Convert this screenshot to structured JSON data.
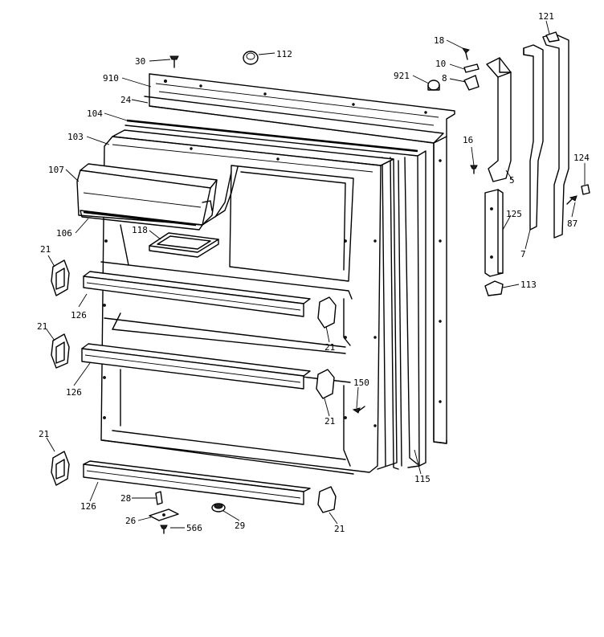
{
  "callouts": [
    {
      "id": "c121",
      "text": "121"
    },
    {
      "id": "c18",
      "text": "18"
    },
    {
      "id": "c10",
      "text": "10"
    },
    {
      "id": "c8",
      "text": "8"
    },
    {
      "id": "c921",
      "text": "921"
    },
    {
      "id": "c30",
      "text": "30"
    },
    {
      "id": "c112",
      "text": "112"
    },
    {
      "id": "c910",
      "text": "910"
    },
    {
      "id": "c24",
      "text": "24"
    },
    {
      "id": "c104",
      "text": "104"
    },
    {
      "id": "c103",
      "text": "103"
    },
    {
      "id": "c107",
      "text": "107"
    },
    {
      "id": "c106",
      "text": "106"
    },
    {
      "id": "c118",
      "text": "118"
    },
    {
      "id": "c16",
      "text": "16"
    },
    {
      "id": "c5",
      "text": "5"
    },
    {
      "id": "c124",
      "text": "124"
    },
    {
      "id": "c125",
      "text": "125"
    },
    {
      "id": "c87",
      "text": "87"
    },
    {
      "id": "c7",
      "text": "7"
    },
    {
      "id": "c113",
      "text": "113"
    },
    {
      "id": "c21a",
      "text": "21"
    },
    {
      "id": "c126a",
      "text": "126"
    },
    {
      "id": "c21b",
      "text": "21"
    },
    {
      "id": "c21c",
      "text": "21"
    },
    {
      "id": "c126b",
      "text": "126"
    },
    {
      "id": "c21d",
      "text": "21"
    },
    {
      "id": "c150",
      "text": "150"
    },
    {
      "id": "c21e",
      "text": "21"
    },
    {
      "id": "c115",
      "text": "115"
    },
    {
      "id": "c126c",
      "text": "126"
    },
    {
      "id": "c28",
      "text": "28"
    },
    {
      "id": "c21f",
      "text": "21"
    },
    {
      "id": "c26",
      "text": "26"
    },
    {
      "id": "c566",
      "text": "566"
    },
    {
      "id": "c29",
      "text": "29"
    }
  ]
}
